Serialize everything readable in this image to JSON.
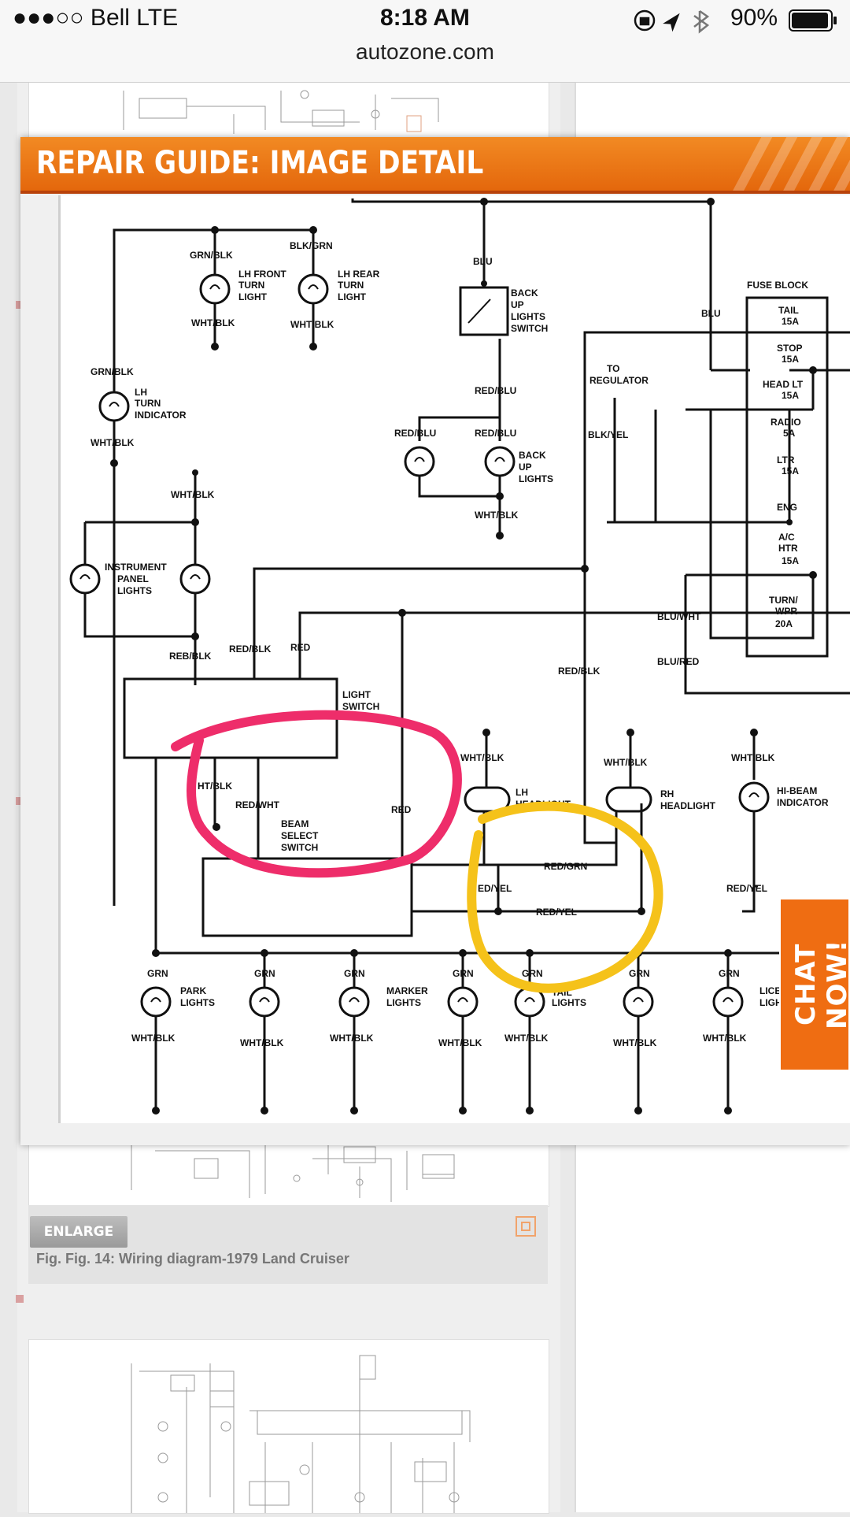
{
  "status_bar": {
    "carrier": "●●●○○ Bell   LTE",
    "time": "8:18 AM",
    "battery": "90%",
    "url": "autozone.com"
  },
  "modal": {
    "title": "REPAIR GUIDE: IMAGE DETAIL",
    "chat_label": "CHAT NOW!"
  },
  "page": {
    "enlarge_label": "ENLARGE",
    "figure_caption": "Fig. Fig. 14: Wiring diagram-1979 Land Cruiser"
  },
  "diagram_labels": {
    "grn_blk": "GRN/BLK",
    "blk_grn": "BLK/GRN",
    "lh_front": "LH FRONT",
    "turn": "TURN",
    "light": "LIGHT",
    "lh_rear": "LH REAR",
    "wht_blk": "WHT/BLK",
    "blu": "BLU",
    "back": "BACK",
    "up": "UP",
    "lights": "LIGHTS",
    "switch": "SWITCH",
    "fuse_block": "FUSE BLOCK",
    "tail": "TAIL",
    "15a": "15A",
    "stop": "STOP",
    "head_lt": "HEAD LT",
    "radio": "RADIO",
    "5a": "5A",
    "ltr": "LTR",
    "eng": "ENG",
    "ac": "A/C",
    "htr": "HTR",
    "turn_wpr": "TURN/",
    "wpr": "WPR",
    "20a": "20A",
    "lh": "LH",
    "indicator": "INDICATOR",
    "to": "TO",
    "regulator": "REGULATOR",
    "red_blu": "RED/BLU",
    "blk_yel": "BLK/YEL",
    "instrument": "INSTRUMENT",
    "panel": "PANEL",
    "blu_wht": "BLU/WHT",
    "blu_red": "BLU/RED",
    "reb_blk": "REB/BLK",
    "red_blk": "RED/BLK",
    "red": "RED",
    "light_switch_1": "LIGHT",
    "light_switch_2": "SWITCH",
    "red_wht": "RED/WHT",
    "beam": "BEAM",
    "select": "SELECT",
    "lh_head": "LH",
    "headlight": "HEADLIGHT",
    "rh": "RH",
    "hi_beam": "HI-BEAM",
    "red_grn": "RED/GRN",
    "red_yel": "RED/YEL",
    "grn": "GRN",
    "park": "PARK",
    "marker": "MARKER",
    "tail_l": "TAIL",
    "lice": "LICE",
    "ligh": "LIGH",
    "ht_blk": "HT/BLK",
    "edyel": "ED/YEL"
  }
}
